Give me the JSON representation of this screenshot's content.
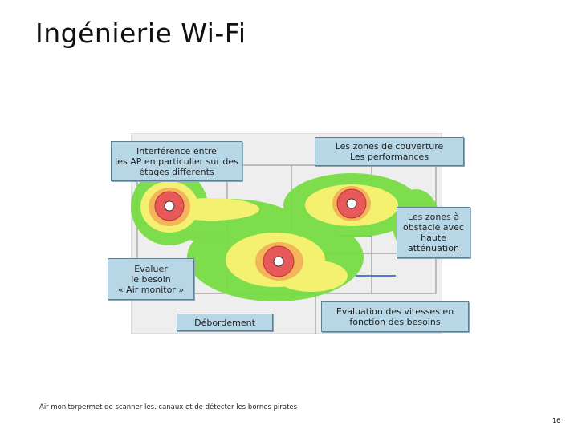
{
  "slide": {
    "title": "Ingénierie Wi-Fi",
    "footer": "Air monitorpermet de scanner les. canaux et de détecter les bornes pirates",
    "page_number": "16"
  },
  "callouts": {
    "interference": [
      "Interférence entre",
      "les AP en particulier sur des",
      "étages différents"
    ],
    "coverage": [
      "Les zones de couverture",
      "Les performances"
    ],
    "obstacle": [
      "Les zones à",
      "obstacle avec",
      "haute",
      "atténuation"
    ],
    "air_monitor": [
      "Evaluer",
      "le besoin",
      "« Air monitor »"
    ],
    "overflow": [
      "Débordement"
    ],
    "speed": [
      "Evaluation des vitesses en",
      "fonction des besoins"
    ]
  },
  "colors": {
    "coverage_green": "#77dd44",
    "coverage_yellow": "#f4f070",
    "coverage_orange": "#f4b45a",
    "ap_core_red": "#e85a5a",
    "callout_fill": "#b7d7e6"
  },
  "icons": [
    "access-point-icon"
  ]
}
